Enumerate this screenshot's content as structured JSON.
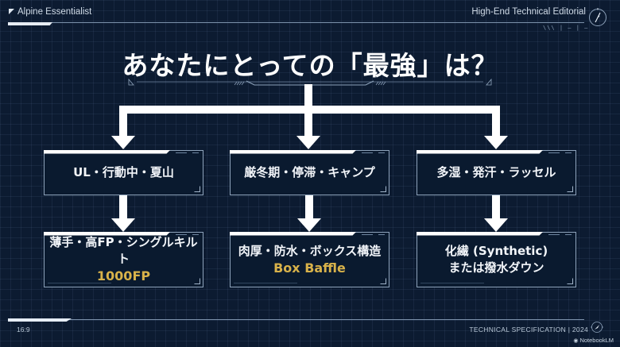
{
  "header": {
    "left_label": "Alpine Essentialist",
    "right_label": "High-End Technical Editorial",
    "ticks": "\\\\\\ | — | —",
    "compass_icon": "compass-icon"
  },
  "title": "あなたにとっての「最強」は？",
  "colors": {
    "background": "#0c1b31",
    "accent_gold": "#d8b24a",
    "box_border": "#8ea3bb",
    "text": "#ffffff"
  },
  "columns": [
    {
      "condition": "UL・行動中・夏山",
      "recommendation_lines": [
        "薄手・高FP・シングルキルト"
      ],
      "highlight": "1000FP"
    },
    {
      "condition": "厳冬期・停滞・キャンプ",
      "recommendation_lines": [
        "肉厚・防水・ボックス構造"
      ],
      "highlight": "Box Baffle"
    },
    {
      "condition": "多湿・発汗・ラッセル",
      "recommendation_lines": [
        "化繊 (Synthetic)",
        "または撥水ダウン"
      ],
      "highlight": ""
    }
  ],
  "footer": {
    "left_label": "16:9",
    "right_label": "TECHNICAL SPECIFICATION | 2024",
    "brand": "NotebookLM"
  }
}
